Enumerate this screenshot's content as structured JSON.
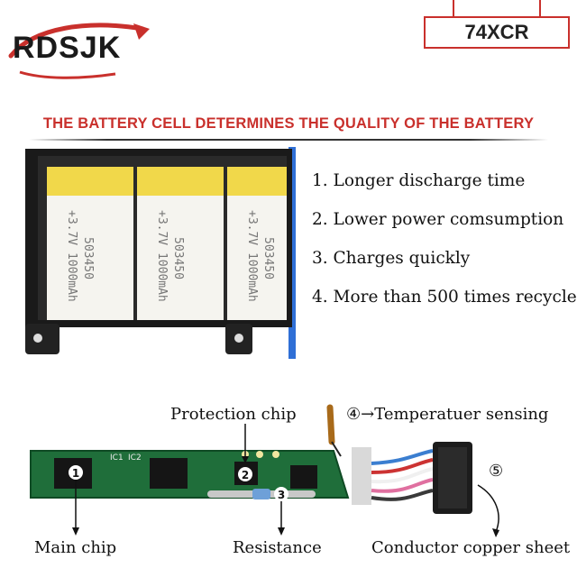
{
  "header": {
    "brand": "RDSJK",
    "model": "74XCR"
  },
  "banner": "THE BATTERY CELL DETERMINES THE QUALITY OF THE BATTERY",
  "cells": [
    {
      "text1": "+3.7V 1000mAh",
      "text2": "503450"
    },
    {
      "text1": "+3.7V 1000mAh",
      "text2": "503450"
    },
    {
      "text1": "+3.7V 1000mAh",
      "text2": "503450"
    }
  ],
  "features": [
    "1. Longer discharge time",
    "2. Lower power comsumption",
    "3. Charges quickly",
    "4. More than 500 times recycle"
  ],
  "pcb_labels": {
    "protection_chip": "Protection chip",
    "temperature": "④→Temperatuer sensing",
    "main_chip": "Main chip",
    "resistance": "Resistance",
    "copper_sheet": "Conductor copper sheet",
    "marker_5": "⑤",
    "marker_1": "1",
    "marker_2": "2",
    "marker_3": "3",
    "ic1": "IC1",
    "ic2": "IC2"
  },
  "colors": {
    "accent_red": "#c9302c",
    "cell_yellow": "#f1d84a",
    "pcb_green": "#1f6e3a"
  }
}
